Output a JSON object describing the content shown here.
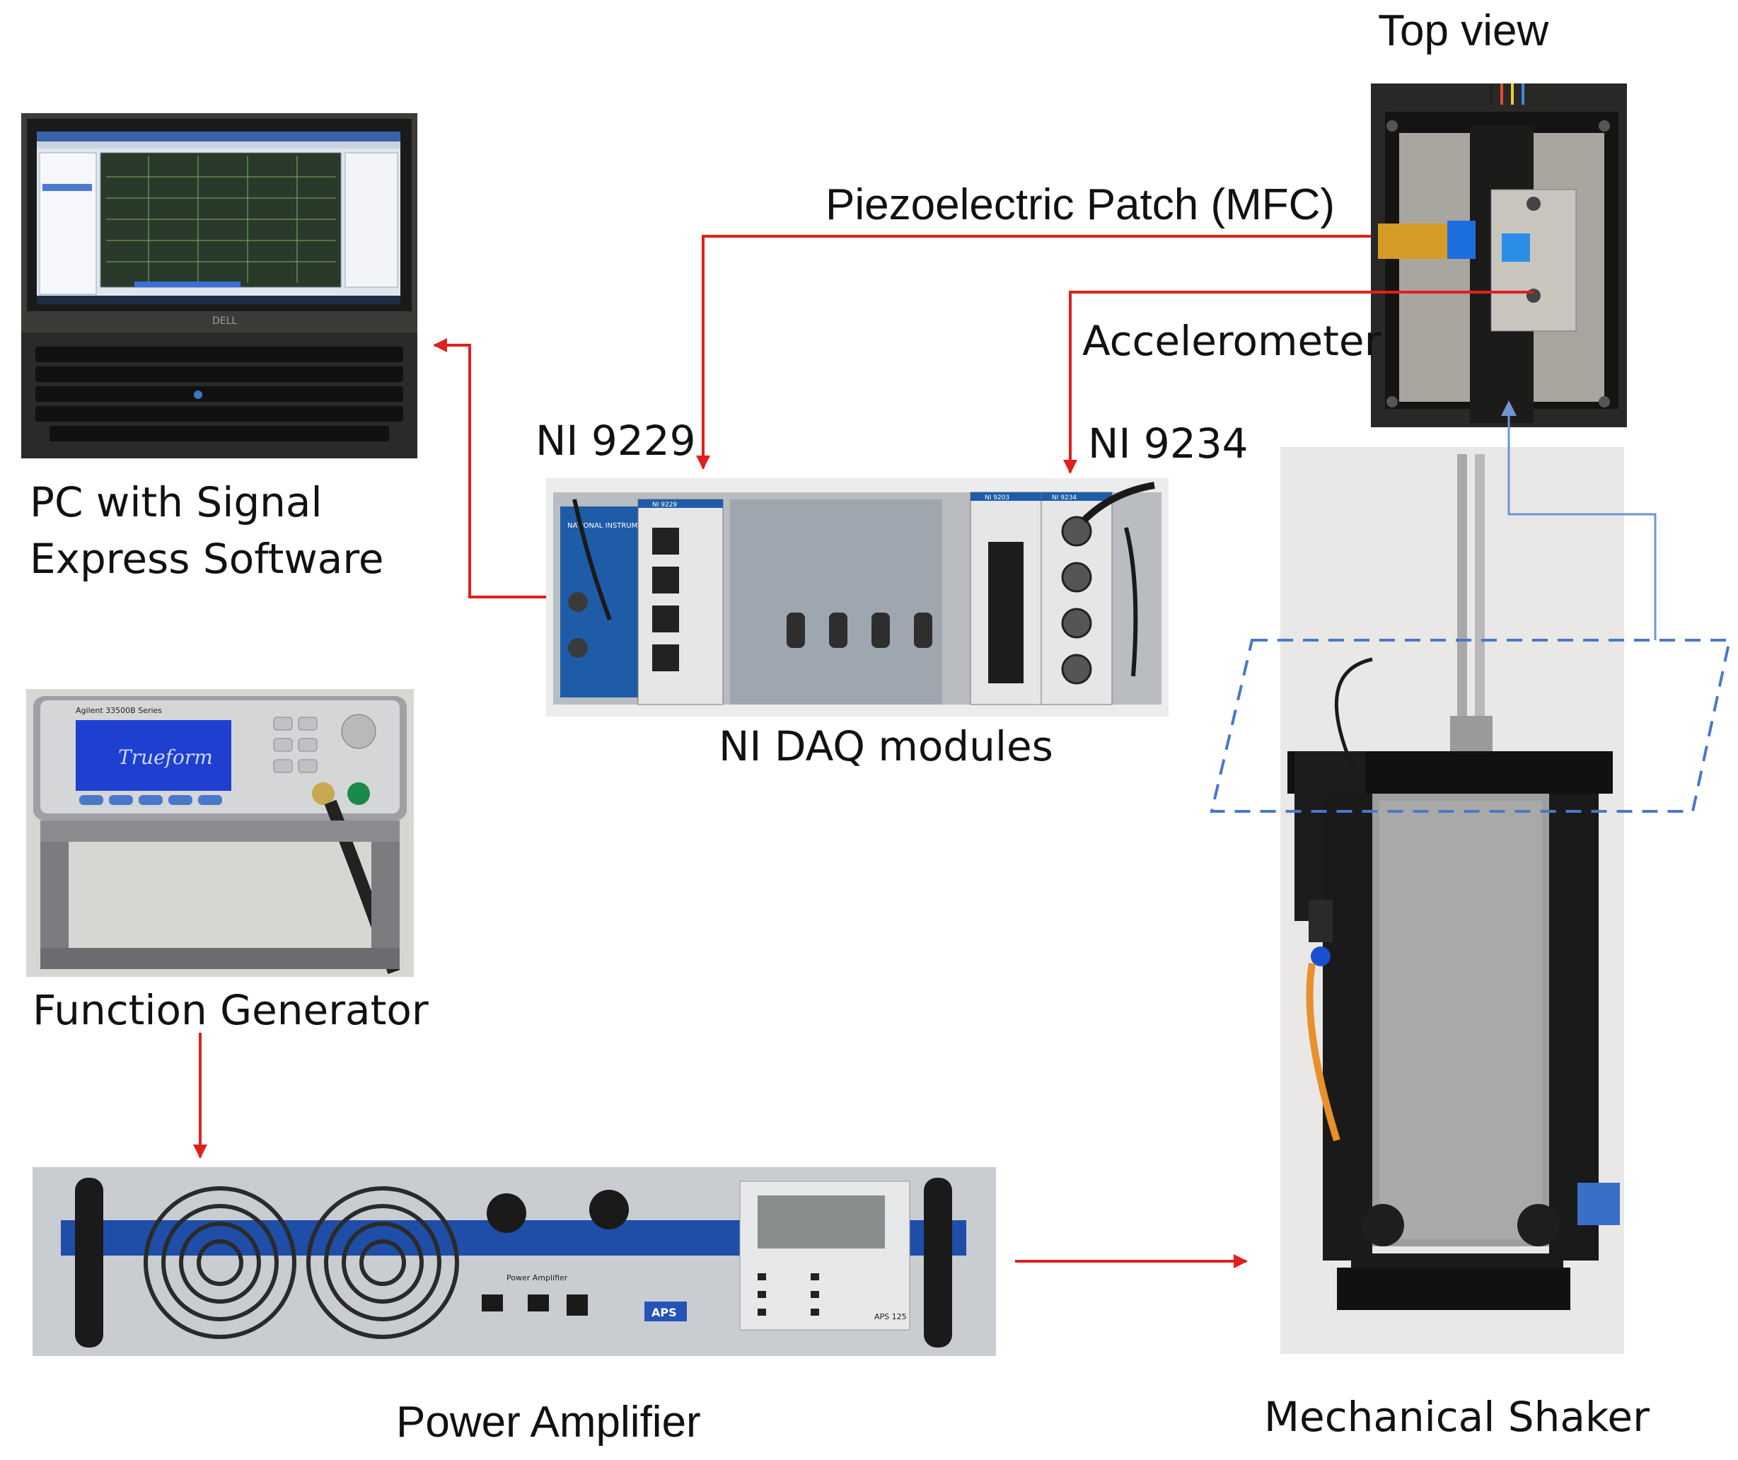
{
  "labels": {
    "top_view": "Top view",
    "piezo_patch": "Piezoelectric Patch (MFC)",
    "accelerometer": "Accelerometer",
    "ni9229": "NI 9229",
    "ni9234": "NI 9234",
    "pc_line1": "PC with Signal",
    "pc_line2": "Express Software",
    "daq_modules": "NI DAQ modules",
    "function_generator": "Function Generator",
    "power_amplifier": "Power Amplifier",
    "mechanical_shaker": "Mechanical Shaker"
  },
  "device_text": {
    "laptop_brand": "DELL",
    "ni_brand": "NATIONAL INSTRUMENTS",
    "module_9229": "NI 9229",
    "module_9203": "NI 9203",
    "module_9234": "NI 9234",
    "fg_brand": "Agilent 33500B Series",
    "fg_screen": "Trueform",
    "amp_title": "Power Amplifier",
    "amp_brand": "APS",
    "amp_model": "APS 125"
  },
  "colors": {
    "signal_wire": "#e0201c",
    "view_link": "#6f95d2",
    "zoom_outline": "#4a78c8"
  },
  "icons": [
    "arrow-head-icon"
  ]
}
